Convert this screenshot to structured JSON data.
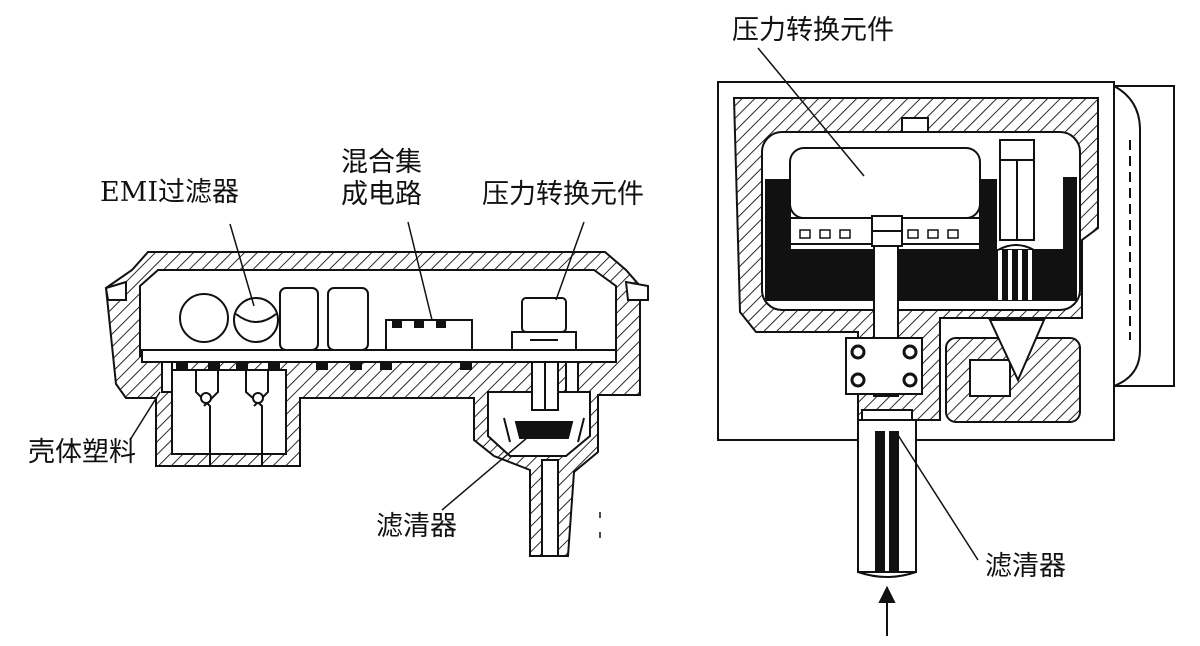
{
  "colors": {
    "ink": "#111111",
    "background": "#ffffff"
  },
  "left_figure": {
    "labels": {
      "emi_filter": "EMI过滤器",
      "hybrid_ic_line1": "混合集",
      "hybrid_ic_line2": "成电路",
      "pressure_element": "压力转换元件",
      "housing_plastic": "壳体塑料",
      "filter": "滤清器"
    }
  },
  "right_figure": {
    "labels": {
      "pressure_element": "压力转换元件",
      "filter": "滤清器"
    }
  }
}
